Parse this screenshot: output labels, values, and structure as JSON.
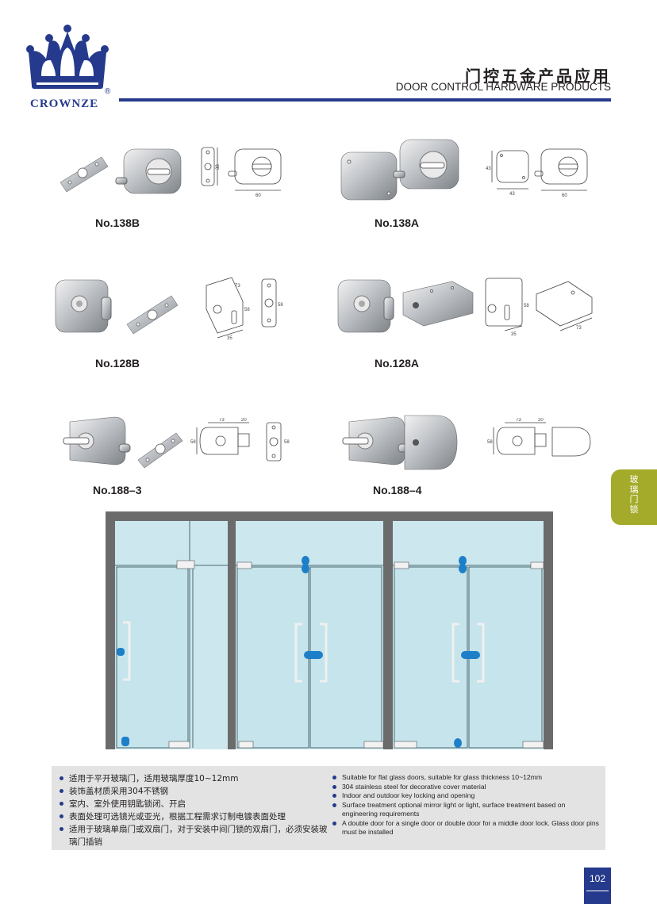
{
  "brand": {
    "name": "CROWNZE",
    "registered": "®"
  },
  "header": {
    "title_cn": "门控五金产品应用",
    "title_en": "DOOR CONTROL HARDWARE PRODUCTS"
  },
  "side_tab": {
    "chars": [
      "玻",
      "璃",
      "门",
      "锁"
    ]
  },
  "products": [
    {
      "model": "No.138B",
      "dims": [
        "38",
        "60"
      ]
    },
    {
      "model": "No.138A",
      "dims": [
        "43",
        "43",
        "60"
      ]
    },
    {
      "model": "No.128B",
      "dims": [
        "73",
        "58",
        "35",
        "58"
      ]
    },
    {
      "model": "No.128A",
      "dims": [
        "58",
        "35",
        "73"
      ]
    },
    {
      "model": "No.188–3",
      "dims": [
        "73",
        "20",
        "58",
        "58"
      ]
    },
    {
      "model": "No.188–4",
      "dims": [
        "73",
        "20",
        "58"
      ]
    }
  ],
  "info": {
    "cn": [
      "适用于平开玻璃门，适用玻璃厚度10~12mm",
      "装饰盖材质采用304不锈钢",
      "室内、室外使用钥匙锁闭、开启",
      "表面处理可选镜光或亚光，根据工程需求订制电镀表面处理",
      "适用于玻璃单扇门或双扇门，对于安装中间门锁的双扇门，必须安装玻璃门插销"
    ],
    "en": [
      "Suitable for flat glass doors, suitable for glass thickness 10~12mm",
      "304 stainless steel for decorative cover material",
      "Indoor and outdoor key locking and opening",
      "Surface treatment optional mirror light or light, surface treatment based on engineering requirements",
      "A double door for a single door or double door for a middle door lock. Glass door pins must be installed"
    ]
  },
  "page_number": "102",
  "colors": {
    "brand_blue": "#253a8c",
    "tab_green": "#a4ab2b",
    "glass": "#cde7ee",
    "frame": "#6b6b6b",
    "fitting_blue": "#1e7fc9"
  }
}
